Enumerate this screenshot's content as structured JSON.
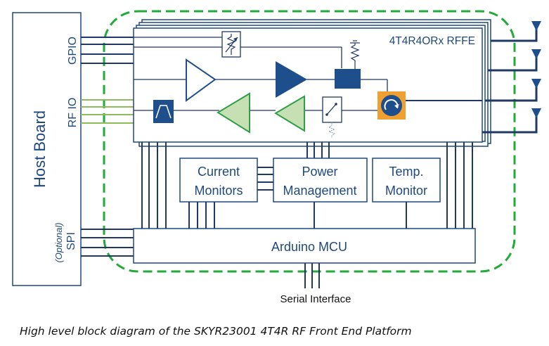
{
  "diagram": {
    "host_board_label": "Host Board",
    "gpio_label": "GPIO",
    "rfio_label": "RF IO",
    "spi_optional_label": "(Optional)",
    "spi_label": "SPI",
    "rffe_title": "4T4R4ORx RFFE",
    "current_monitors_line1": "Current",
    "current_monitors_line2": "Monitors",
    "power_management_line1": "Power",
    "power_management_line2": "Management",
    "temp_monitor_line1": "Temp.",
    "temp_monitor_line2": "Monitor",
    "mcu_label": "Arduino MCU",
    "serial_interface_label": "Serial Interface",
    "colors": {
      "box_border": "#1f497d",
      "wire": "#1f3864",
      "text": "#1f497d",
      "pa_fill": "#1f4e8c",
      "lna_fill": "#c6e0b4",
      "lna_stroke": "#2f9e44",
      "rfio_wire": "#8fbc5a",
      "dashed_boundary": "#22aa3a",
      "circulator_fill": "#f0a030",
      "circulator_inner": "#1f4e8c"
    }
  },
  "caption": "High level block diagram of the SKYR23001 4T4R RF Front End Platform"
}
